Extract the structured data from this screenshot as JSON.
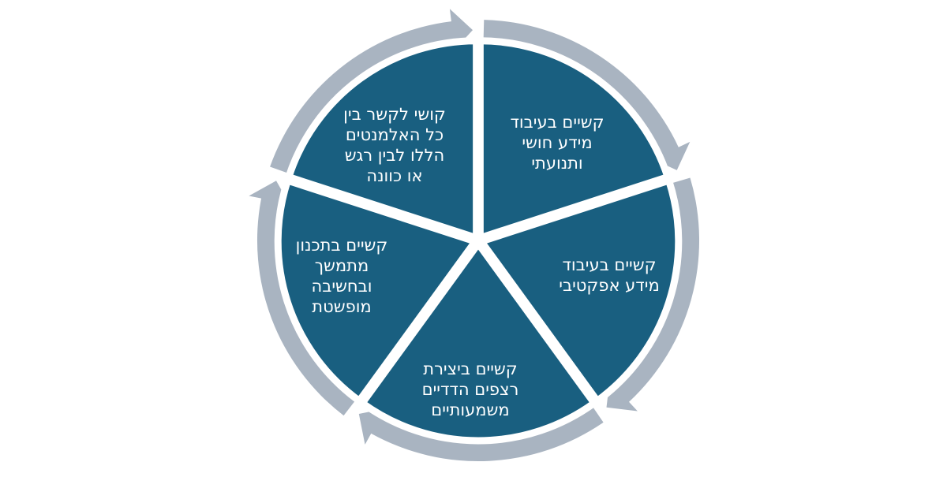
{
  "colors": {
    "segment": "#195f80",
    "ring": "#a9b4c1",
    "gap": "#ffffff",
    "text": "#ffffff"
  },
  "segments": [
    {
      "lines": [
        "קשיים בעיבוד",
        "מידע חושי",
        "ותנועתי"
      ]
    },
    {
      "lines": [
        "קשיים בעיבוד",
        "מידע אפקטיבי"
      ]
    },
    {
      "lines": [
        "קשיים ביצירת",
        "רצפים הדדיים",
        "משמעותיים"
      ]
    },
    {
      "lines": [
        "קשיים בתכנון",
        "מתמשך",
        "ובחשיבה",
        "מופשטת"
      ]
    },
    {
      "lines": [
        "קושי לקשר בין",
        "כל האלמנטים",
        "הללו לבין רגש",
        "או כוונה"
      ]
    }
  ]
}
